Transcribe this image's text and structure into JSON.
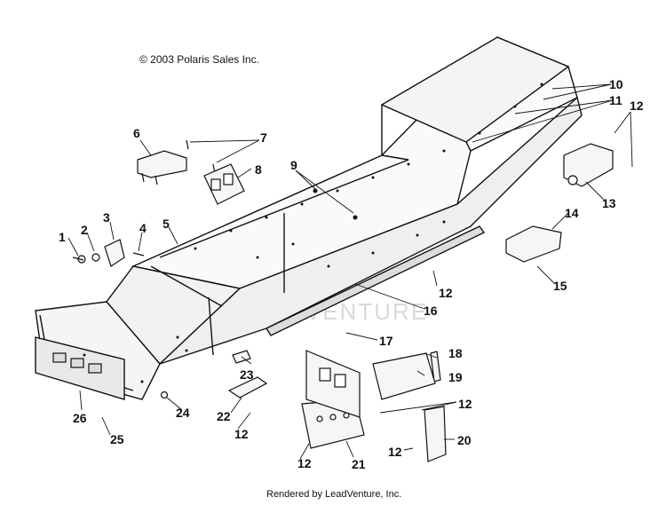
{
  "copyright": "© 2003 Polaris Sales Inc.",
  "footer": "Rendered by LeadVenture, Inc.",
  "watermark": "LEADVENTURE",
  "callouts": [
    "1",
    "2",
    "3",
    "4",
    "5",
    "6",
    "7",
    "8",
    "9",
    "10",
    "11",
    "12",
    "13",
    "14",
    "15",
    "16",
    "17",
    "18",
    "19",
    "20",
    "21",
    "22",
    "23",
    "24",
    "25",
    "26"
  ]
}
